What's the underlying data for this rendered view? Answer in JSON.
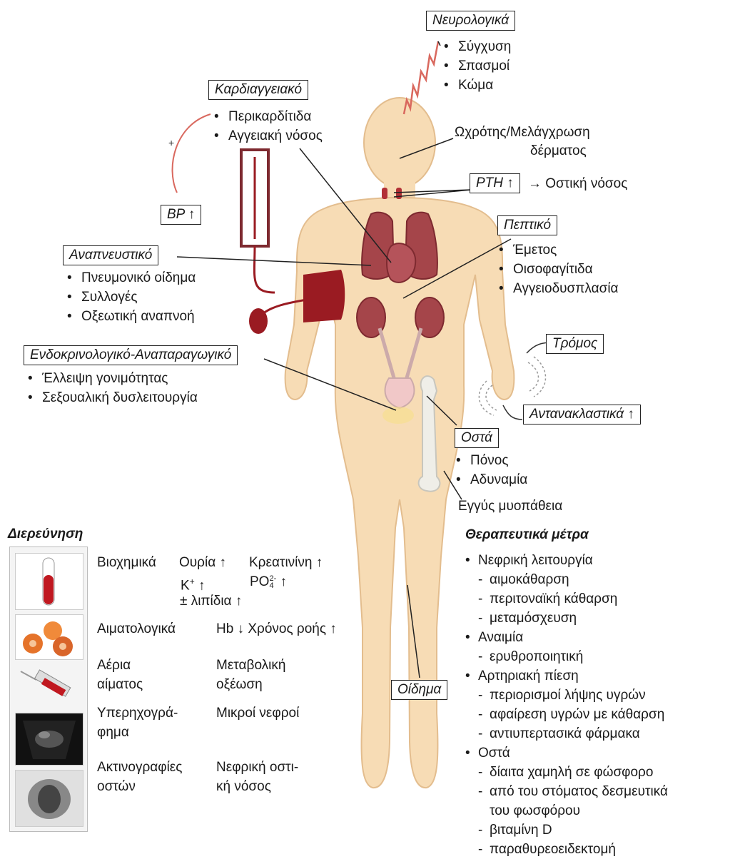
{
  "systems": {
    "neuro": {
      "title": "Νευρολογικά",
      "items": [
        "Σύγχυση",
        "Σπασμοί",
        "Κώμα"
      ]
    },
    "cardio": {
      "title": "Καρδιαγγειακό",
      "items": [
        "Περικαρδίτιδα",
        "Αγγειακή νόσος"
      ]
    },
    "bp": "BP ↑",
    "skin": [
      "Ωχρότης/Μελάγχρωση",
      "δέρματος"
    ],
    "pth": {
      "box": "PTH ↑",
      "text": "→ Οστική νόσος"
    },
    "gi": {
      "title": "Πεπτικό",
      "items": [
        "Έμετος",
        "Οισοφαγίτιδα",
        "Αγγειοδυσπλασία"
      ]
    },
    "resp": {
      "title": "Αναπνευστικό",
      "items": [
        "Πνευμονικό οίδημα",
        "Συλλογές",
        "Οξεωτική αναπνοή"
      ]
    },
    "endo": {
      "title": "Ενδοκρινολογικό-Αναπαραγωγικό",
      "items": [
        "Έλλειψη γονιμότητας",
        "Σεξουαλική δυσλειτουργία"
      ]
    },
    "tremor": "Τρόμος",
    "reflex": "Αντανακλαστικά ↑",
    "bones": {
      "title": "Οστά",
      "items": [
        "Πόνος",
        "Αδυναμία"
      ]
    },
    "myopathy": "Εγγύς μυοπάθεια",
    "edema": "Οίδημα"
  },
  "investigation": {
    "title": "Διερεύνηση",
    "rows": [
      {
        "label": "Βιοχημικά",
        "values": [
          "Ουρία ↑",
          "Κρεατινίνη ↑",
          "K+ ↑",
          "PO4 2- ↑",
          "± λιπίδια ↑"
        ]
      },
      {
        "label": "Αιματολογικά",
        "values": [
          "Hb ↓ Χρόνος ροής ↑"
        ]
      },
      {
        "label": "Αέρια αίματος",
        "label_lines": [
          "Αέρια",
          "αίματος"
        ],
        "values": [
          "Μεταβολική",
          "οξέωση"
        ]
      },
      {
        "label": "Υπερηχογράφημα",
        "label_lines": [
          "Υπερηχογρά-",
          "φημα"
        ],
        "values": [
          "Μικροί νεφροί"
        ]
      },
      {
        "label": "Ακτινογραφίες οστών",
        "label_lines": [
          "Ακτινογραφίες",
          "οστών"
        ],
        "values": [
          "Νεφρική οστι-",
          "κή νόσος"
        ]
      }
    ],
    "chem_parts": {
      "k": "K",
      "k_sup": "+",
      "k_arrow": "↑",
      "po": "PO",
      "po_sup": "2-",
      "po_sub": "4",
      "po_arrow": "↑"
    }
  },
  "therapy": {
    "title": "Θεραπευτικά μέτρα",
    "categories": [
      {
        "name": "Νεφρική λειτουργία",
        "items": [
          "αιμοκάθαρση",
          "περιτοναϊκή κάθαρση",
          "μεταμόσχευση"
        ]
      },
      {
        "name": "Αναιμία",
        "items": [
          "ερυθροποιητική"
        ]
      },
      {
        "name": "Αρτηριακή πίεση",
        "items": [
          "περιορισμοί λήψης υγρών",
          "αφαίρεση υγρών με κάθαρση",
          "αντιυπερτασικά φάρμακα"
        ]
      },
      {
        "name": "Οστά",
        "items": [
          "δίαιτα χαμηλή σε φώσφορο",
          "από του στόματος δεσμευτικά",
          "βιταμίνη D",
          "παραθυρεοειδεκτομή"
        ],
        "cont": "του φωσφόρου"
      }
    ]
  },
  "colors": {
    "skin": "#f7dcb5",
    "skin_edge": "#e3bd8e",
    "organ": "#a5454a",
    "organ_dark": "#7e2a30",
    "cuff": "#9a1b22",
    "bone": "#efeee8",
    "box_border": "#222222"
  }
}
